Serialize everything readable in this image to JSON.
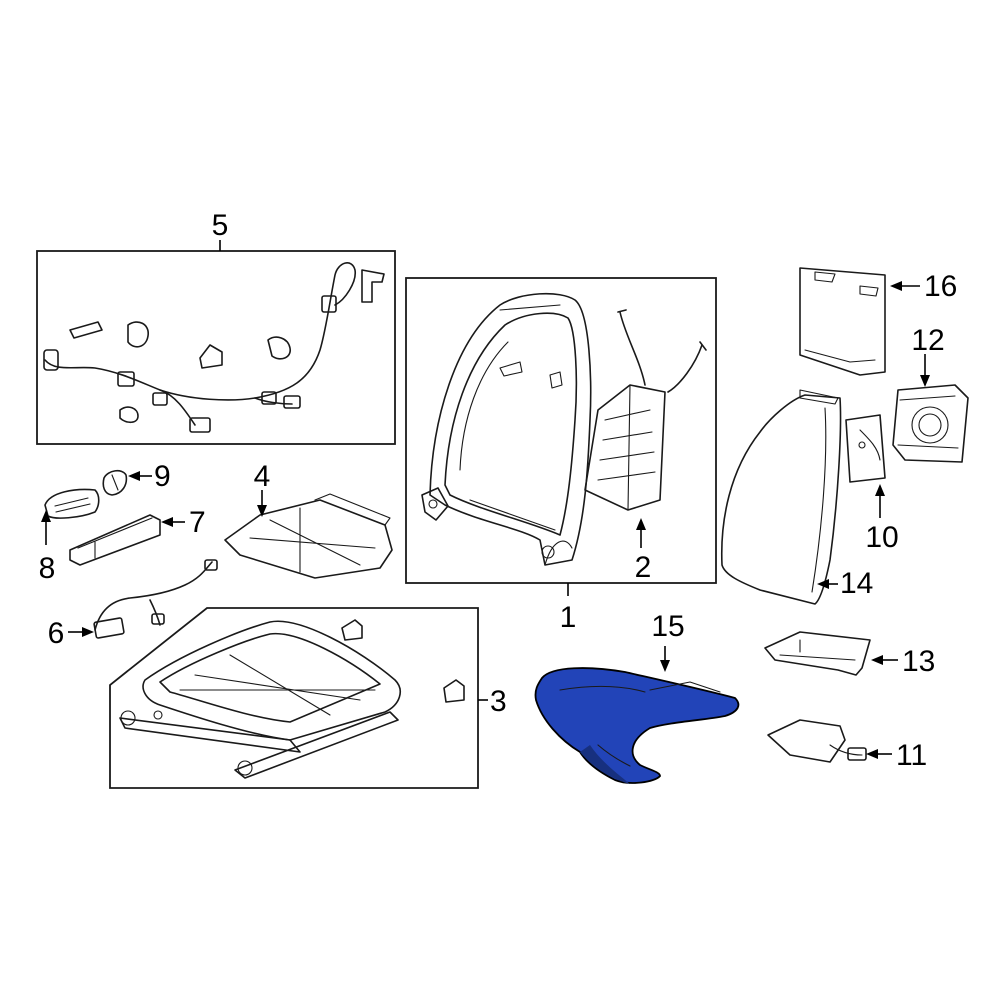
{
  "callouts": {
    "c1": "1",
    "c2": "2",
    "c3": "3",
    "c4": "4",
    "c5": "5",
    "c6": "6",
    "c7": "7",
    "c8": "8",
    "c9": "9",
    "c10": "10",
    "c11": "11",
    "c12": "12",
    "c13": "13",
    "c14": "14",
    "c15": "15",
    "c16": "16"
  },
  "highlight_part": "15",
  "colors": {
    "highlight_fill": "#2244b8",
    "highlight_shade": "#17307f",
    "line": "#1a1a1a",
    "background": "#ffffff"
  }
}
